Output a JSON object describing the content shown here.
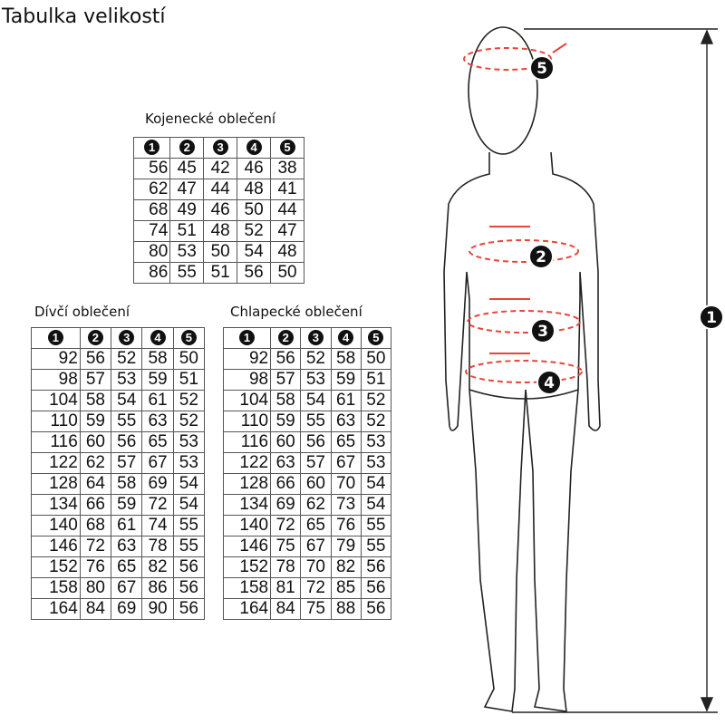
{
  "title": "Tabulka velikostí",
  "headers": [
    "1",
    "2",
    "3",
    "4",
    "5"
  ],
  "tables": {
    "infant": {
      "title": "Kojenecké oblečení",
      "rows": [
        [
          "56",
          "45",
          "42",
          "46",
          "38"
        ],
        [
          "62",
          "47",
          "44",
          "48",
          "41"
        ],
        [
          "68",
          "49",
          "46",
          "50",
          "44"
        ],
        [
          "74",
          "51",
          "48",
          "52",
          "47"
        ],
        [
          "80",
          "53",
          "50",
          "54",
          "48"
        ],
        [
          "86",
          "55",
          "51",
          "56",
          "50"
        ]
      ]
    },
    "girls": {
      "title": "Dívčí oblečení",
      "rows": [
        [
          "92",
          "56",
          "52",
          "58",
          "50"
        ],
        [
          "98",
          "57",
          "53",
          "59",
          "51"
        ],
        [
          "104",
          "58",
          "54",
          "61",
          "52"
        ],
        [
          "110",
          "59",
          "55",
          "63",
          "52"
        ],
        [
          "116",
          "60",
          "56",
          "65",
          "53"
        ],
        [
          "122",
          "62",
          "57",
          "67",
          "53"
        ],
        [
          "128",
          "64",
          "58",
          "69",
          "54"
        ],
        [
          "134",
          "66",
          "59",
          "72",
          "54"
        ],
        [
          "140",
          "68",
          "61",
          "74",
          "55"
        ],
        [
          "146",
          "72",
          "63",
          "78",
          "55"
        ],
        [
          "152",
          "76",
          "65",
          "82",
          "56"
        ],
        [
          "158",
          "80",
          "67",
          "86",
          "56"
        ],
        [
          "164",
          "84",
          "69",
          "90",
          "56"
        ]
      ]
    },
    "boys": {
      "title": "Chlapecké oblečení",
      "rows": [
        [
          "92",
          "56",
          "52",
          "58",
          "50"
        ],
        [
          "98",
          "57",
          "53",
          "59",
          "51"
        ],
        [
          "104",
          "58",
          "54",
          "61",
          "52"
        ],
        [
          "110",
          "59",
          "55",
          "63",
          "52"
        ],
        [
          "116",
          "60",
          "56",
          "65",
          "53"
        ],
        [
          "122",
          "63",
          "57",
          "67",
          "53"
        ],
        [
          "128",
          "66",
          "60",
          "70",
          "54"
        ],
        [
          "134",
          "69",
          "62",
          "73",
          "54"
        ],
        [
          "140",
          "72",
          "65",
          "76",
          "55"
        ],
        [
          "146",
          "75",
          "67",
          "79",
          "55"
        ],
        [
          "152",
          "78",
          "70",
          "82",
          "56"
        ],
        [
          "158",
          "81",
          "72",
          "85",
          "56"
        ],
        [
          "164",
          "84",
          "75",
          "88",
          "56"
        ]
      ]
    }
  },
  "figure": {
    "markers": [
      "1",
      "2",
      "3",
      "4",
      "5"
    ],
    "arrow_color": "#e8453c"
  }
}
